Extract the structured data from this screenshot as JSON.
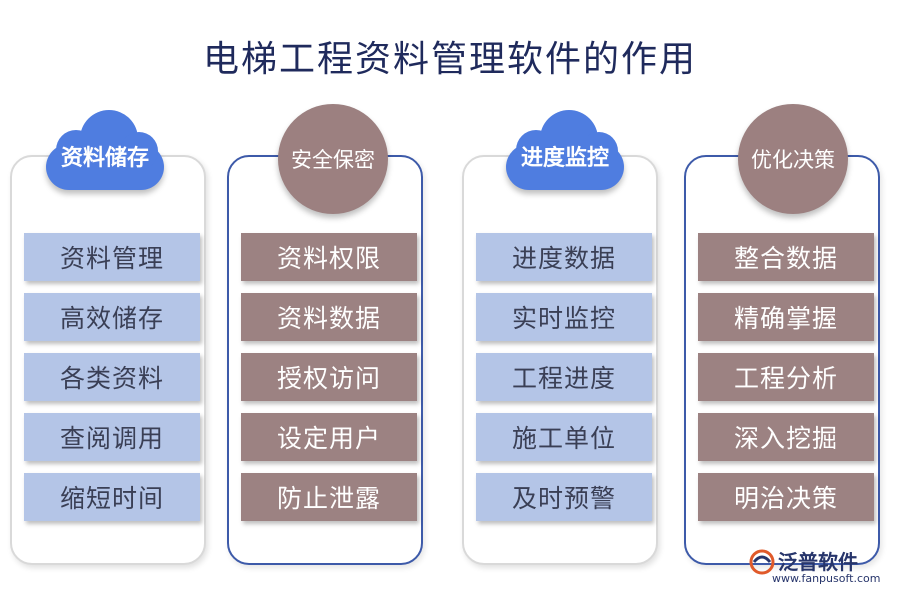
{
  "title": "电梯工程资料管理软件的作用",
  "columns": [
    {
      "badge": "资料储存",
      "badge_style": "cloud",
      "items": [
        "资料管理",
        "高效储存",
        "各类资料",
        "查阅调用",
        "缩短时间"
      ]
    },
    {
      "badge": "安全保密",
      "badge_style": "circle",
      "items": [
        "资料权限",
        "资料数据",
        "授权访问",
        "设定用户",
        "防止泄露"
      ]
    },
    {
      "badge": "进度监控",
      "badge_style": "cloud",
      "items": [
        "进度数据",
        "实时监控",
        "工程进度",
        "施工单位",
        "及时预警"
      ]
    },
    {
      "badge": "优化决策",
      "badge_style": "circle",
      "items": [
        "整合数据",
        "精确掌握",
        "工程分析",
        "深入挖掘",
        "明治决策"
      ]
    }
  ],
  "logo": {
    "name": "泛普软件",
    "url": "www.fanpusoft.com"
  },
  "colors": {
    "cloud_blue": "#4f7de0",
    "item_blue": "#b4c5e7",
    "item_brown": "#9c8282",
    "badge_brown": "#9c8080",
    "title": "#1f2a5c"
  }
}
